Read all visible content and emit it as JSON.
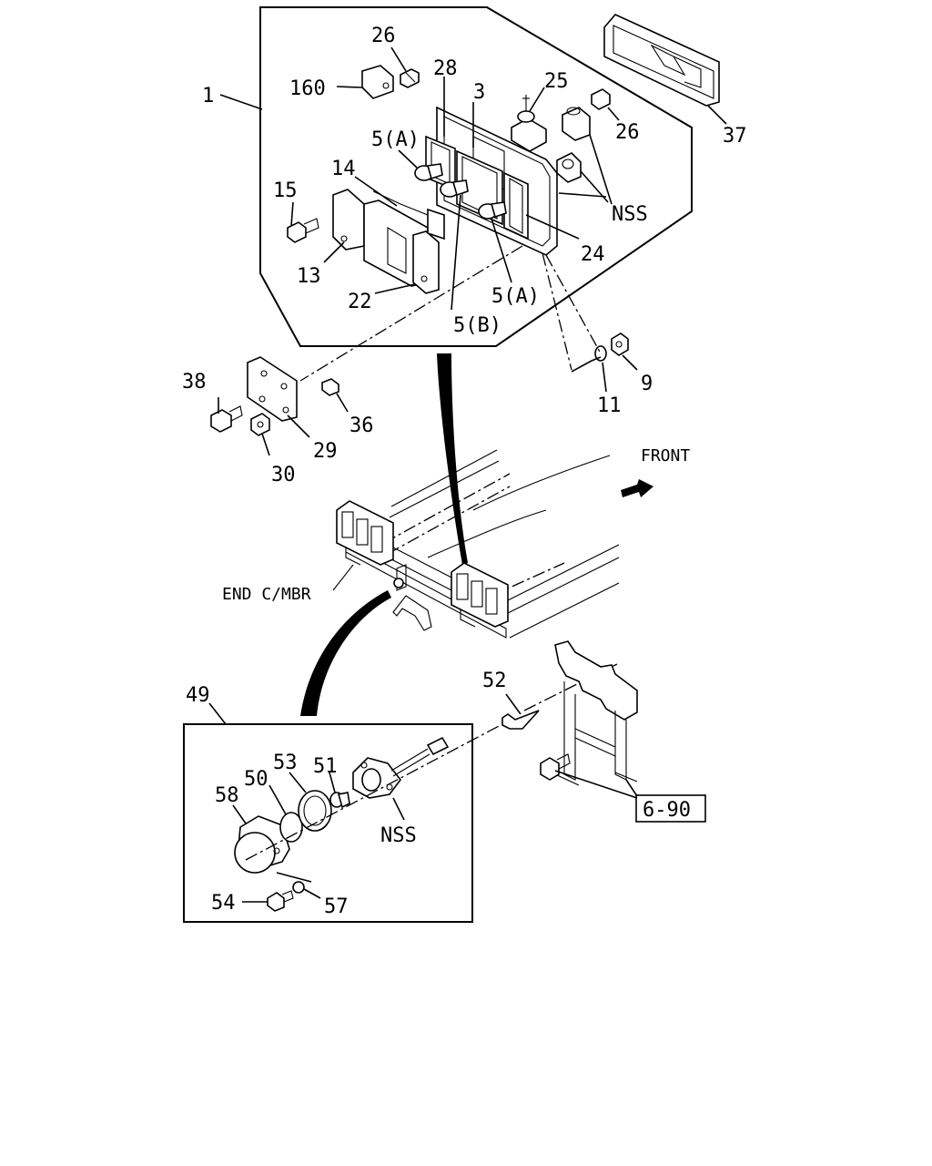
{
  "diagram": {
    "callouts": {
      "c1": "1",
      "c26a": "26",
      "c160": "160",
      "c28": "28",
      "c3": "3",
      "c25": "25",
      "c26b": "26",
      "c37": "37",
      "c5a_top": "5(A)",
      "c14": "14",
      "c15": "15",
      "c13": "13",
      "c22": "22",
      "c5b": "5(B)",
      "c5a_bottom": "5(A)",
      "c24": "24",
      "c_nss_top": "NSS",
      "c38": "38",
      "c36": "36",
      "c29": "29",
      "c30": "30",
      "c11": "11",
      "c9": "9",
      "c_front": "FRONT",
      "c_end_cmbr": "END C/MBR",
      "c49": "49",
      "c52": "52",
      "c53": "53",
      "c50": "50",
      "c51": "51",
      "c58": "58",
      "c_nss_bottom": "NSS",
      "c54": "54",
      "c57": "57",
      "c6_90": "6-90"
    }
  }
}
